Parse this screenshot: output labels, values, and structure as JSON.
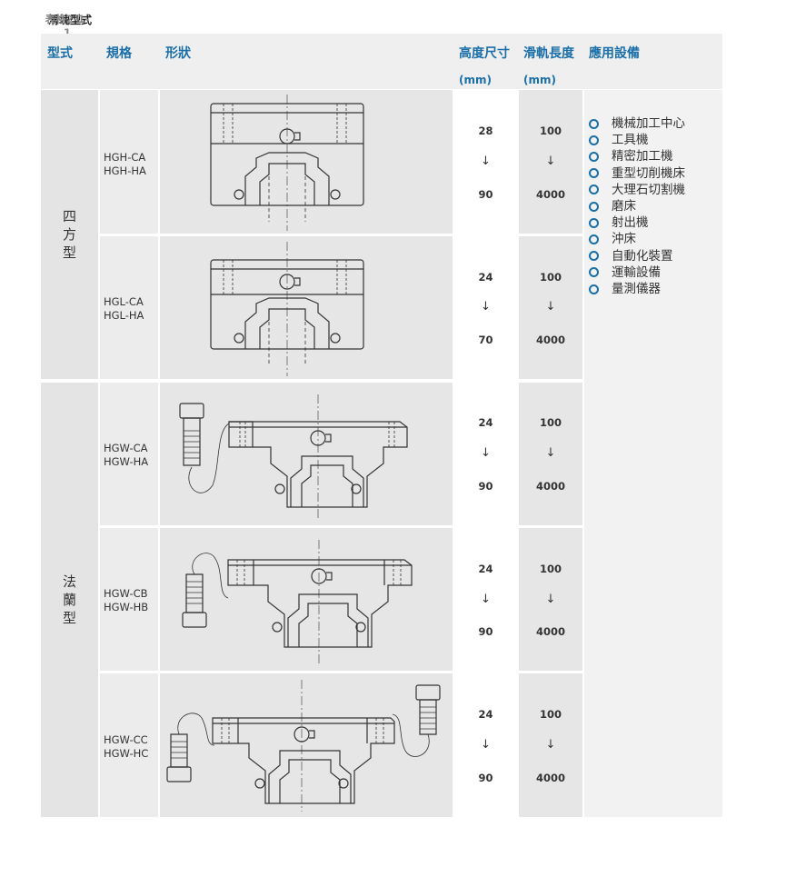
{
  "caption": {
    "number": "表格2-1-1",
    "title": "滑塊型式"
  },
  "header": {
    "type": "型式",
    "spec": "規格",
    "shape": "形狀",
    "height": "高度尺寸",
    "height_unit": "(mm)",
    "rail": "滑軌長度",
    "rail_unit": "(mm)",
    "app": "應用設備"
  },
  "groups": [
    {
      "label": "四方型"
    },
    {
      "label": "法蘭型"
    }
  ],
  "rows": [
    {
      "spec1": "HGH-CA",
      "spec2": "HGH-HA",
      "h_min": "28",
      "h_max": "90",
      "l_min": "100",
      "l_max": "4000"
    },
    {
      "spec1": "HGL-CA",
      "spec2": "HGL-HA",
      "h_min": "24",
      "h_max": "70",
      "l_min": "100",
      "l_max": "4000"
    },
    {
      "spec1": "HGW-CA",
      "spec2": "HGW-HA",
      "h_min": "24",
      "h_max": "90",
      "l_min": "100",
      "l_max": "4000"
    },
    {
      "spec1": "HGW-CB",
      "spec2": "HGW-HB",
      "h_min": "24",
      "h_max": "90",
      "l_min": "100",
      "l_max": "4000"
    },
    {
      "spec1": "HGW-CC",
      "spec2": "HGW-HC",
      "h_min": "24",
      "h_max": "90",
      "l_min": "100",
      "l_max": "4000"
    }
  ],
  "arrow": "↓",
  "applications": [
    "機械加工中心",
    "工具機",
    "精密加工機",
    "重型切削機床",
    "大理石切割機",
    "磨床",
    "射出機",
    "沖床",
    "自動化裝置",
    "運輸設備",
    "量測儀器"
  ],
  "colors": {
    "accent": "#1a6fa8"
  }
}
